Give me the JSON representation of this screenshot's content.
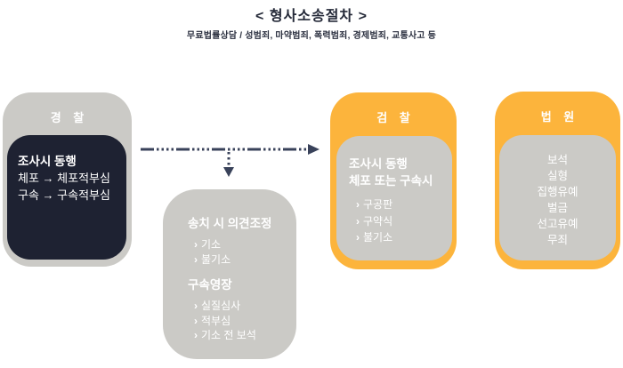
{
  "title": "< 형사소송절차 >",
  "subtitle": "무료법률상담 / 성범죄, 마약범죄, 폭력범죄, 경제범죄, 교통사고 등",
  "bullet": "›",
  "colors": {
    "accent_orange": "#fcb43c",
    "panel_gray": "#cbcac6",
    "dark_navy": "#1e2232",
    "arrow": "#39425a",
    "title_text": "#242938"
  },
  "police": {
    "header": "경 찰",
    "lines": [
      "조사시 동행",
      "체포 → 체포적부심",
      "구속 → 구속적부심"
    ]
  },
  "transfer": {
    "heading1": "송치 시 의견조정",
    "items1": [
      "기소",
      "불기소"
    ],
    "heading2": "구속영장",
    "items2": [
      "실질심사",
      "적부심",
      "기소 전 보석"
    ]
  },
  "prosecution": {
    "header": "검 찰",
    "heading_line1": "조사시 동행",
    "heading_line2": "체포 또는 구속시",
    "items": [
      "구공판",
      "구약식",
      "불기소"
    ]
  },
  "court": {
    "header": "법 원",
    "items": [
      "보석",
      "실형",
      "집행유예",
      "벌금",
      "선고유예",
      "무죄"
    ]
  }
}
